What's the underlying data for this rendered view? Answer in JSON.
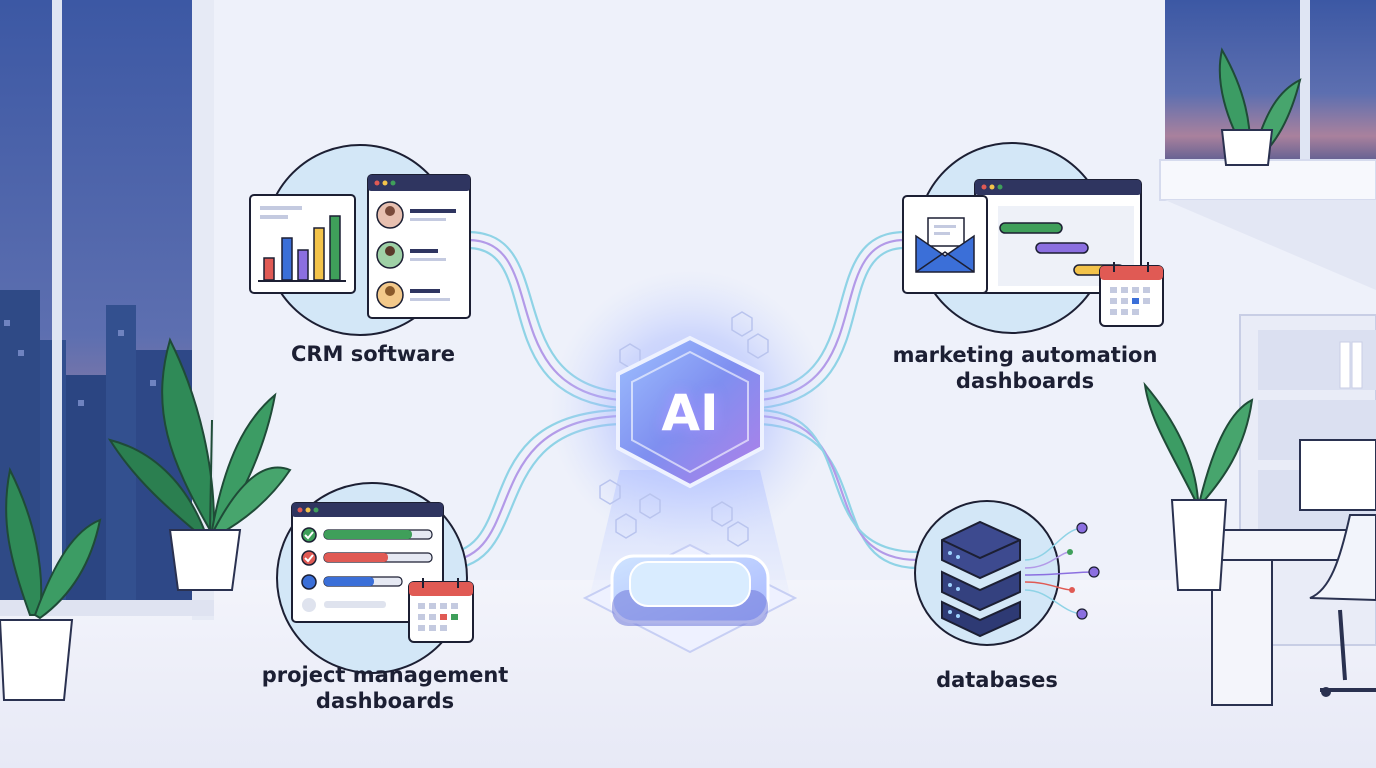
{
  "nodes": {
    "crm": {
      "label_lines": [
        "CRM software"
      ]
    },
    "marketing": {
      "label_lines": [
        "marketing automation",
        "dashboards"
      ]
    },
    "project": {
      "label_lines": [
        "project management",
        "dashboards"
      ]
    },
    "databases": {
      "label_lines": [
        "databases"
      ]
    }
  },
  "hub": {
    "label": "AI"
  },
  "colors": {
    "ink": "#1c1f33",
    "navy": "#2f3560",
    "circle_fill": "#d3e7f7",
    "green": "#3f9f5a",
    "red": "#e05a54",
    "blue": "#3b6fd8",
    "purple": "#8b6fe0",
    "yellow": "#f3c34a",
    "glow": "#9fb6ff"
  }
}
